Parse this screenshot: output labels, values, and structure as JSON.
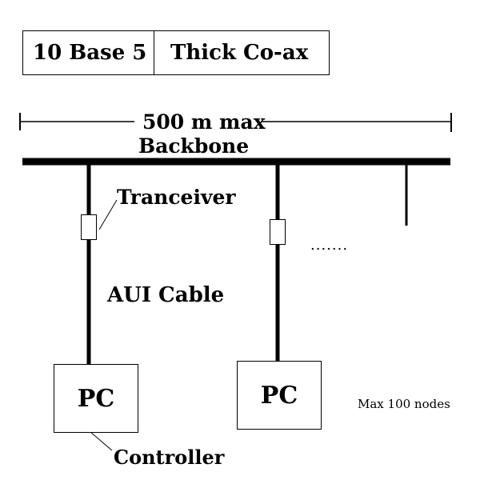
{
  "header": {
    "standard": "10 Base 5",
    "medium": "Thick Co-ax"
  },
  "labels": {
    "length": "500 m max",
    "backbone": "Backbone",
    "transceiver": "Tranceiver",
    "cable": "AUI Cable",
    "controller": "Controller",
    "dots": ".......",
    "max_nodes": "Max 100 nodes"
  },
  "nodes": [
    {
      "label": "PC"
    },
    {
      "label": "PC"
    }
  ]
}
